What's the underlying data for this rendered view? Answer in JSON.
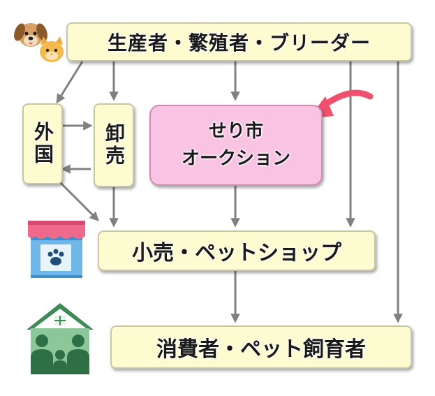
{
  "nodes": {
    "producers": "生産者・繁殖者・ブリーダー",
    "foreign": "外国",
    "wholesale": "卸売",
    "auction_line1": "せり市",
    "auction_line2": "オークション",
    "retail": "小売・ペットショップ",
    "consumers": "消費者・ペット飼育者"
  },
  "colors": {
    "node_fill": "#fdfbd0",
    "auction_fill": "#f9c4e4",
    "arrow": "#808080",
    "highlight_arrow": "#f0506e"
  },
  "icons": [
    "dog-cat-icon",
    "pet-shop-icon",
    "family-house-icon"
  ]
}
